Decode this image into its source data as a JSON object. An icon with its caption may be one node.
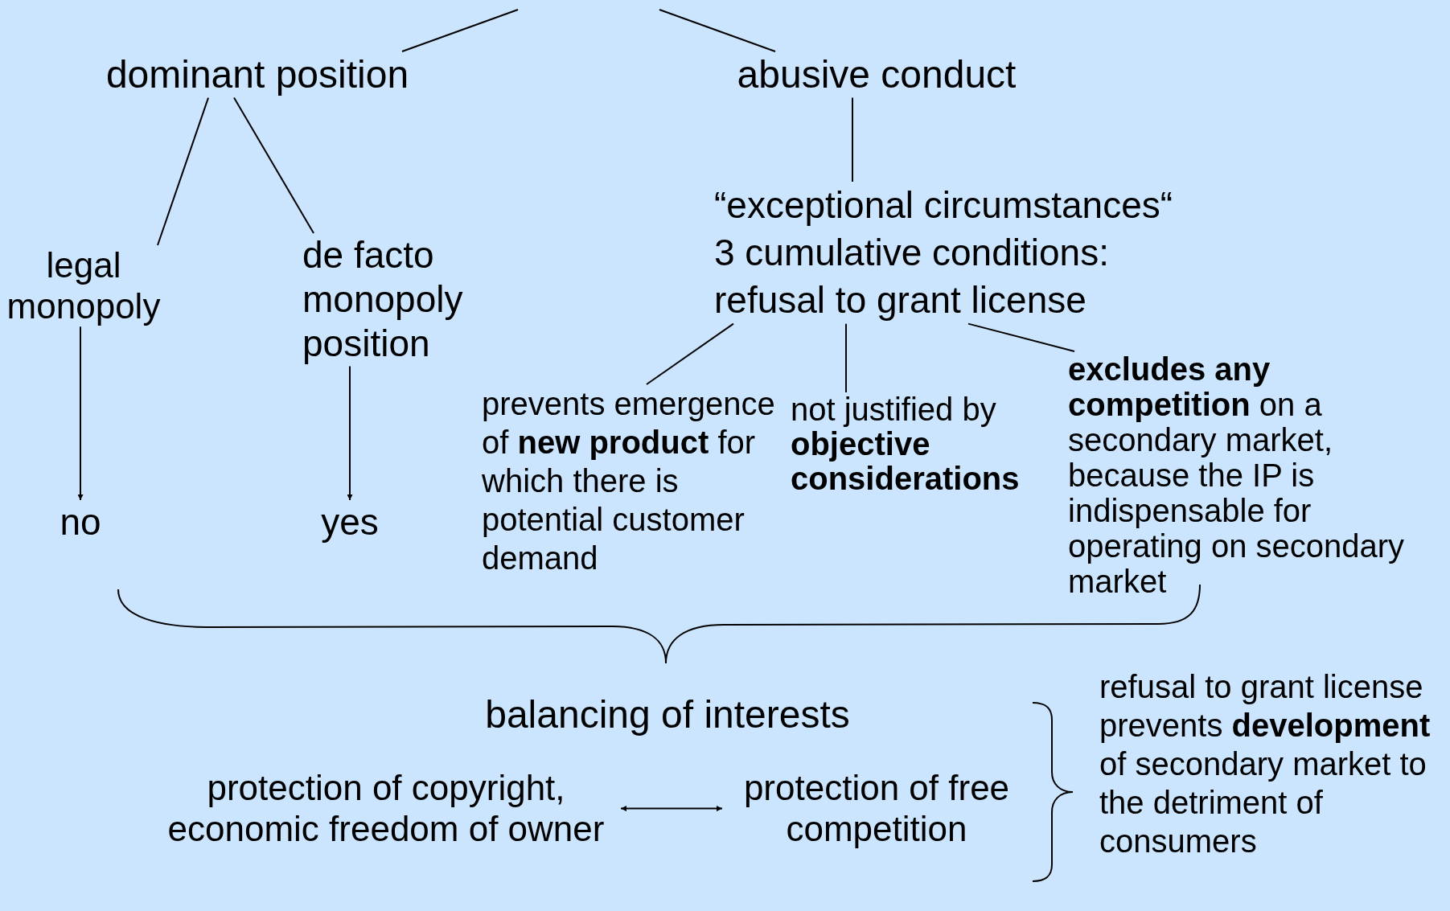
{
  "diagram": {
    "nodes": [
      {
        "text": [
          "dominant position"
        ]
      },
      {
        "text": [
          "abusive conduct"
        ]
      },
      {
        "text": [
          "legal monopoly"
        ]
      },
      {
        "text": [
          "de facto monopoly position"
        ]
      },
      {
        "text": [
          "“exceptional circumstances“",
          "3 cumulative conditions:",
          "refusal to grant license"
        ]
      },
      {
        "text": [
          "no"
        ]
      },
      {
        "text": [
          "yes"
        ]
      },
      {
        "text": [
          "prevents emergence of **new product** for which there is potential customer demand"
        ]
      },
      {
        "text": [
          "not justified by **objective considerations**"
        ]
      },
      {
        "text": [
          "**excludes any competition** on a secondary market, because the IP is indispensable for operating on secondary market"
        ]
      },
      {
        "text": [
          "balancing of interests"
        ]
      },
      {
        "text": [
          "protection of copyright, economic freedom of owner"
        ]
      },
      {
        "text": [
          "protection of free competition"
        ]
      },
      {
        "text": [
          "refusal to grant license prevents **development** of secondary market to the detriment of consumers"
        ]
      }
    ],
    "edges": [
      {
        "from": null,
        "to": 0,
        "arrow": "none"
      },
      {
        "from": null,
        "to": 1,
        "arrow": "none"
      },
      {
        "from": 0,
        "to": 2,
        "arrow": "none"
      },
      {
        "from": 0,
        "to": 3,
        "arrow": "none"
      },
      {
        "from": 1,
        "to": 4,
        "arrow": "none"
      },
      {
        "from": 2,
        "to": 5,
        "arrow": "to"
      },
      {
        "from": 3,
        "to": 6,
        "arrow": "to"
      },
      {
        "from": 4,
        "to": 7,
        "arrow": "none"
      },
      {
        "from": 4,
        "to": 8,
        "arrow": "none"
      },
      {
        "from": 4,
        "to": 9,
        "arrow": "none"
      },
      {
        "from": 11,
        "to": 12,
        "arrow": "both"
      }
    ]
  }
}
